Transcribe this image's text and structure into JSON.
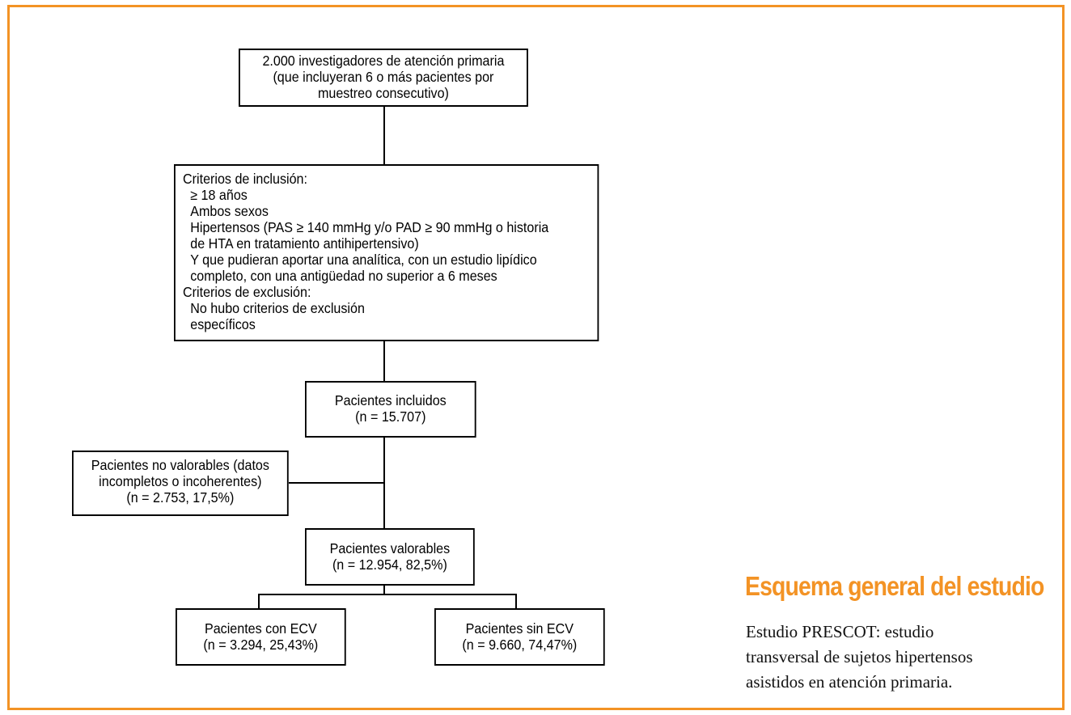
{
  "diagram": {
    "investigators_box": {
      "lines": [
        "2.000 investigadores de atención primaria",
        "(que incluyeran 6 o más pacientes por",
        "muestreo consecutivo)"
      ]
    },
    "criteria_box": {
      "inclusion_heading": "Criterios de inclusión:",
      "inclusion_items": [
        "≥ 18 años",
        "Ambos sexos",
        "Hipertensos (PAS ≥ 140 mmHg y/o PAD ≥ 90 mmHg o historia",
        "de HTA en tratamiento antihipertensivo)",
        "Y que pudieran aportar una analítica, con un estudio lipídico",
        "completo, con una antigüedad no superior a 6 meses"
      ],
      "exclusion_heading": "Criterios de exclusión:",
      "exclusion_items": [
        "No hubo criterios de exclusión",
        "específicos"
      ]
    },
    "included_box": {
      "label": "Pacientes incluidos",
      "count": "(n = 15.707)"
    },
    "not_evaluable_box": {
      "lines": [
        "Pacientes no valorables (datos",
        "incompletos o incoherentes)",
        "(n = 2.753, 17,5%)"
      ]
    },
    "evaluable_box": {
      "label": "Pacientes valorables",
      "count": "(n = 12.954, 82,5%)"
    },
    "with_cvd_box": {
      "label": "Pacientes con ECV",
      "count": "(n = 3.294, 25,43%)"
    },
    "without_cvd_box": {
      "label": "Pacientes sin ECV",
      "count": "(n = 9.660, 74,47%)"
    }
  },
  "caption": {
    "title": "Esquema general del estudio",
    "lines": [
      "Estudio PRESCOT: estudio",
      "transversal de sujetos hipertensos",
      "asistidos en atención primaria."
    ]
  },
  "colors": {
    "accent": "#f39325",
    "line": "#000000"
  }
}
